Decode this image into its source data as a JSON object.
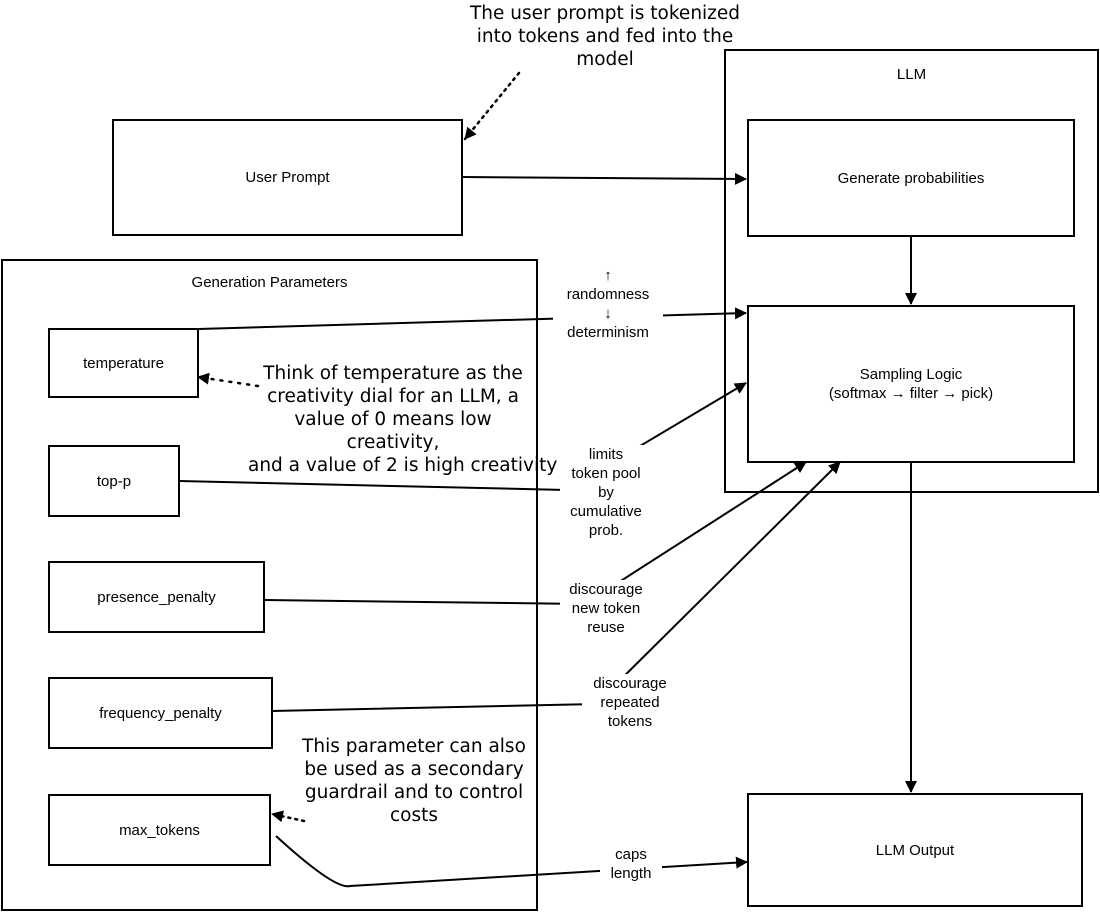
{
  "notes": {
    "tokenize": [
      "The user prompt is tokenized",
      "into tokens and fed into the",
      "model"
    ],
    "temperature": [
      "Think of temperature as the",
      "creativity dial for an LLM, a",
      "value of 0 means low creativity,",
      "and a value of 2 is high creativity"
    ],
    "max_tokens": [
      "This parameter can also",
      "be used as a secondary",
      "guardrail and to control",
      "costs"
    ]
  },
  "boxes": {
    "user_prompt": "User Prompt",
    "generate_probabilities": "Generate probabilities",
    "sampling_logic_line1": "Sampling Logic",
    "sampling_logic_line2": "(softmax → filter → pick)",
    "llm_output": "LLM Output"
  },
  "groups": {
    "llm": "LLM",
    "generation_parameters": "Generation Parameters"
  },
  "parameters": [
    "temperature",
    "top-p",
    "presence_penalty",
    "frequency_penalty",
    "max_tokens"
  ],
  "edge_labels": {
    "temperature": [
      "↑",
      "randomness",
      "↓",
      "determinism"
    ],
    "top_p": [
      "limits",
      "token pool",
      "by",
      "cumulative",
      "prob."
    ],
    "presence_penalty": [
      "discourage",
      "new token",
      "reuse"
    ],
    "frequency_penalty": [
      "discourage",
      "repeated",
      "tokens"
    ],
    "max_tokens": [
      "caps",
      "length"
    ]
  }
}
